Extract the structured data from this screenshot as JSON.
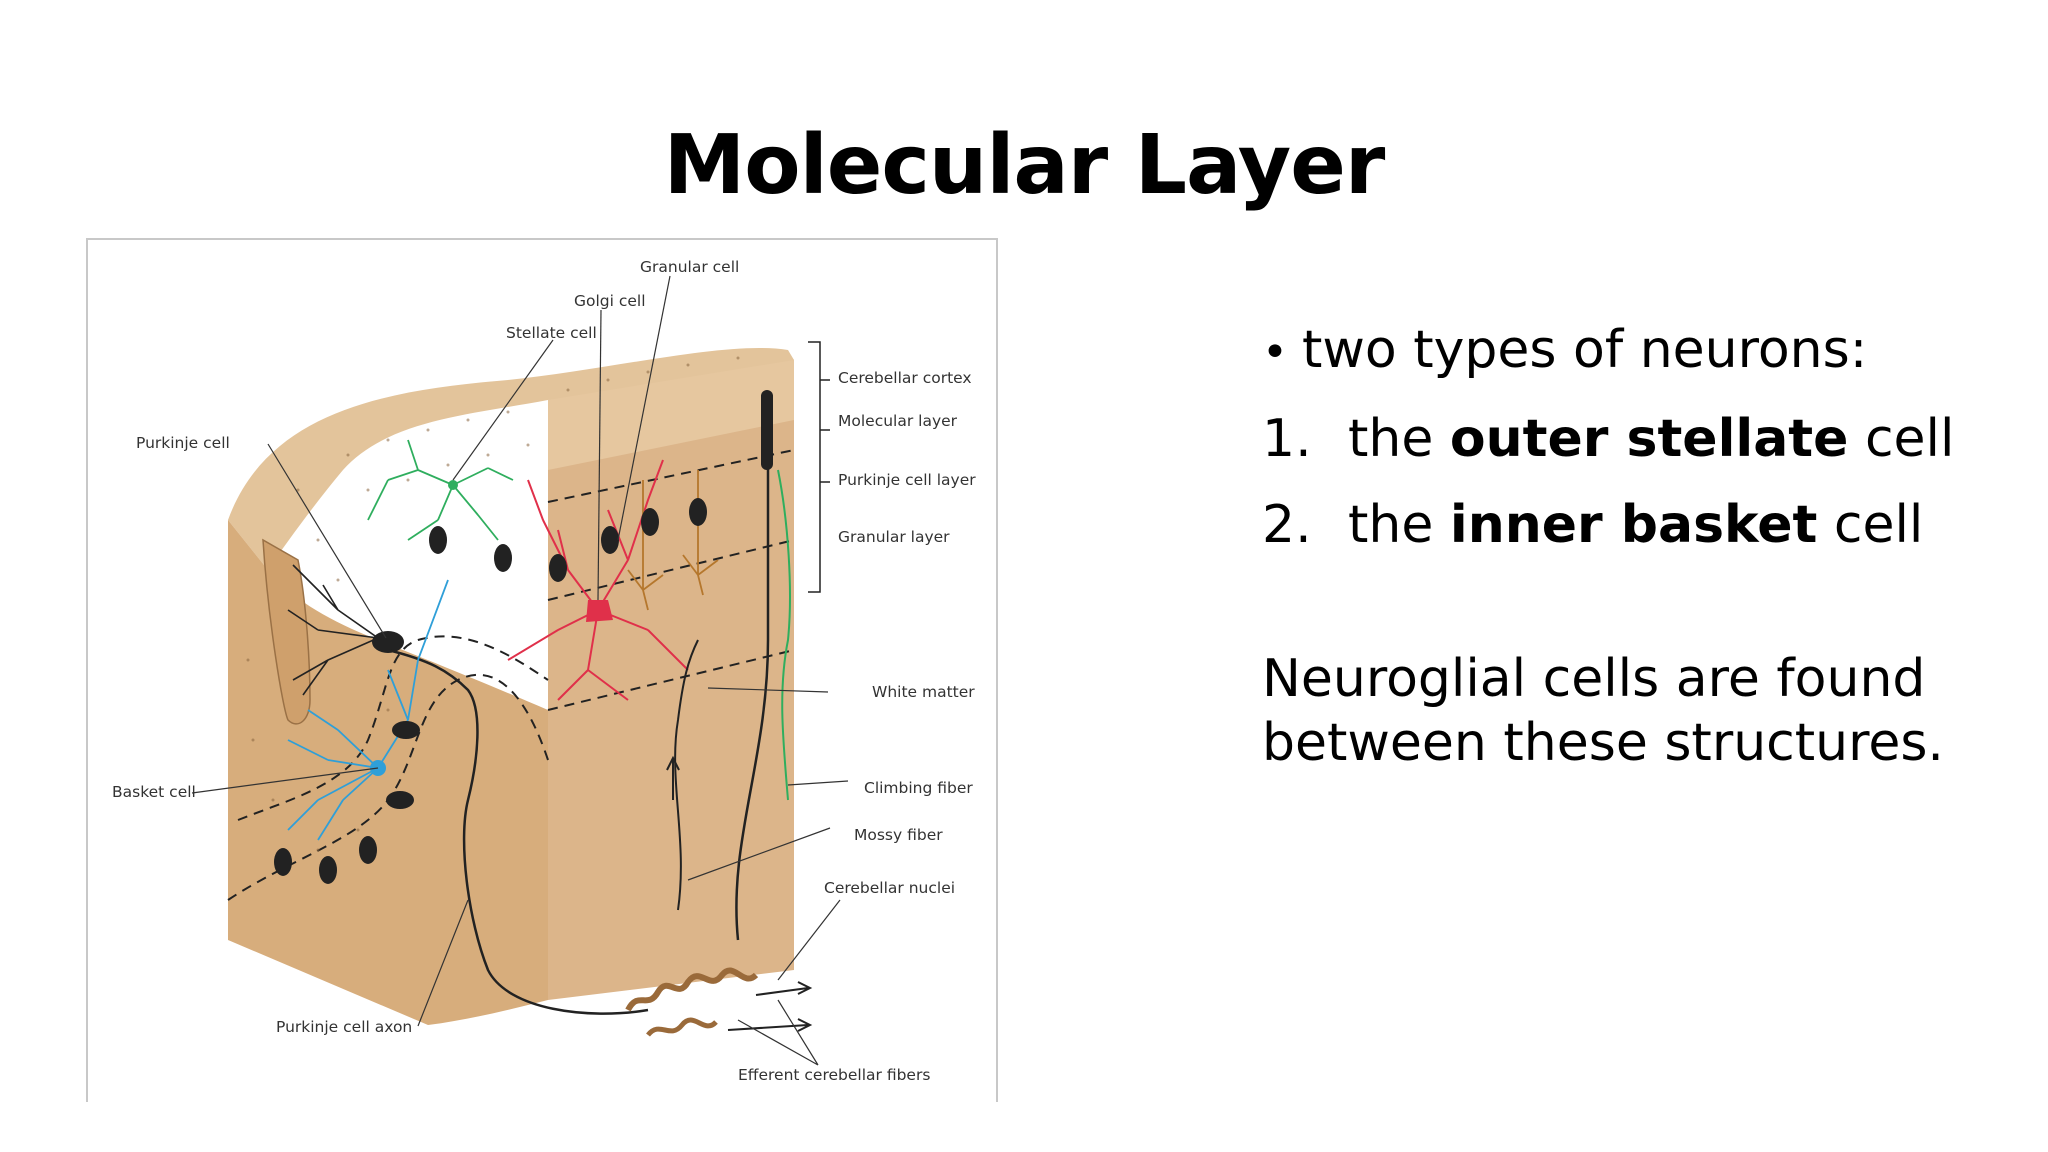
{
  "slide": {
    "title": "Molecular Layer"
  },
  "content": {
    "bullet": "two types of neurons:",
    "items": [
      {
        "num": "1.",
        "pre": "the ",
        "bold": "outer stellate",
        "post": " cell"
      },
      {
        "num": "2.",
        "pre": "the ",
        "bold": "inner basket",
        "post": " cell"
      }
    ],
    "note": "Neuroglial cells are found between these structures."
  },
  "figure": {
    "labels": {
      "granular_cell": "Granular cell",
      "golgi_cell": "Golgi cell",
      "stellate_cell": "Stellate cell",
      "purkinje_cell": "Purkinje cell",
      "cerebellar_cortex": "Cerebellar cortex",
      "molecular_layer": "Molecular layer",
      "purkinje_cell_layer": "Purkinje cell layer",
      "granular_layer": "Granular layer",
      "white_matter": "White matter",
      "climbing_fiber": "Climbing fiber",
      "mossy_fiber": "Mossy fiber",
      "basket_cell": "Basket cell",
      "cerebellar_nuclei": "Cerebellar nuclei",
      "purkinje_cell_axon": "Purkinje cell axon",
      "efferent_fibers": "Efferent cerebellar fibers"
    },
    "colors": {
      "tissue": "#ddb98c",
      "tissue_dark": "#c9a06d",
      "golgi": "#e0304a",
      "stellate": "#2fae5e",
      "basket": "#2f9fd8",
      "granule": "#b5772d",
      "neuron": "#222222"
    }
  }
}
